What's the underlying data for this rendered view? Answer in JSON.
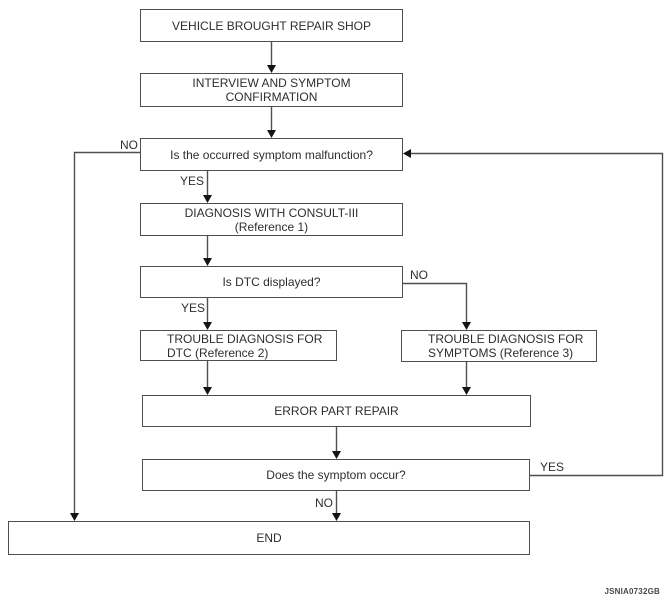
{
  "diagram": {
    "nodes": [
      {
        "id": "vehicle-brought-repair-shop",
        "label": "VEHICLE BROUGHT REPAIR SHOP"
      },
      {
        "id": "interview-symptom-confirmation",
        "label": "INTERVIEW AND SYMPTOM\nCONFIRMATION"
      },
      {
        "id": "symptom-malfunction-decision",
        "label": "Is the occurred symptom malfunction?"
      },
      {
        "id": "diagnosis-with-consult-iii",
        "label": "DIAGNOSIS WITH CONSULT-III\n(Reference 1)"
      },
      {
        "id": "dtc-displayed-decision",
        "label": "Is DTC displayed?"
      },
      {
        "id": "trouble-diagnosis-for-dtc",
        "label": "TROUBLE DIAGNOSIS FOR\nDTC (Reference 2)"
      },
      {
        "id": "trouble-diagnosis-for-symptoms",
        "label": "TROUBLE DIAGNOSIS FOR\nSYMPTOMS (Reference 3)"
      },
      {
        "id": "error-part-repair",
        "label": "ERROR PART REPAIR"
      },
      {
        "id": "symptom-occur-decision",
        "label": "Does the symptom occur?"
      },
      {
        "id": "end",
        "label": "END"
      }
    ],
    "edge_labels": {
      "malfunction_no": "NO",
      "malfunction_yes": "YES",
      "dtc_no": "NO",
      "dtc_yes": "YES",
      "occur_yes": "YES",
      "occur_no": "NO"
    },
    "figure_code": "JSNIA0732GB",
    "colors": {
      "line": "#4f4f4f",
      "arrow": "#141414",
      "text": "#2e2e2e",
      "background": "#ffffff"
    }
  }
}
